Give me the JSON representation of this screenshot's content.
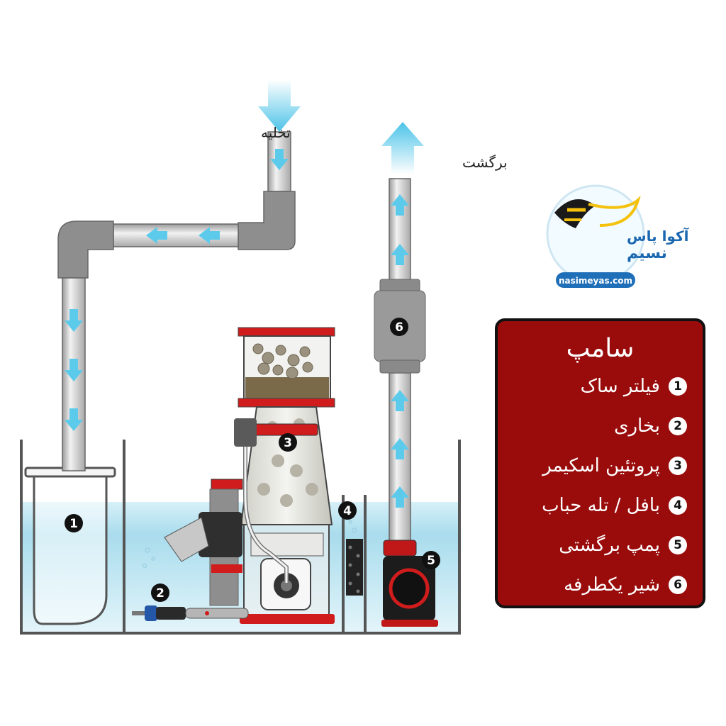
{
  "labels": {
    "drain": "تخلیه",
    "return": "برگشت"
  },
  "markers": [
    "1",
    "2",
    "3",
    "4",
    "5",
    "6"
  ],
  "legend": {
    "title": "سامپ",
    "items": [
      {
        "num": "1",
        "text": "فیلتر ساک"
      },
      {
        "num": "2",
        "text": "بخاری"
      },
      {
        "num": "3",
        "text": "پروتئین اسکیمر"
      },
      {
        "num": "4",
        "text": "بافل / تله حباب"
      },
      {
        "num": "5",
        "text": "پمپ برگشتی"
      },
      {
        "num": "6",
        "text": "شیر یکطرفه"
      }
    ]
  },
  "logo": {
    "brand_line1": "آکوا پاس",
    "brand_line2": "نسیم",
    "url": "nasimeyas.com"
  },
  "colors": {
    "legend_bg": "#9a0c0c",
    "water": "#bfe6f2",
    "pipe": "#c7c7c7",
    "fitting": "#8e8e8e",
    "flow_arrow": "#59c9ea",
    "accent_red": "#d42020"
  }
}
